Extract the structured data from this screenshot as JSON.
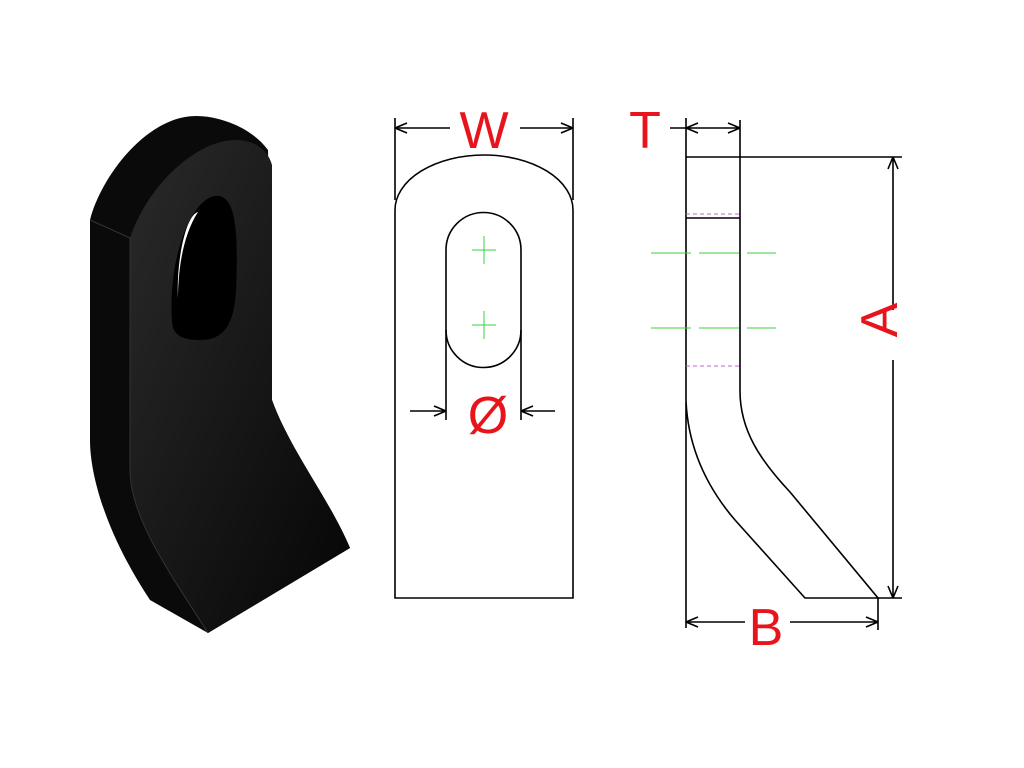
{
  "labels": {
    "width": "W",
    "thickness": "T",
    "diameter": "Ø",
    "length": "A",
    "offset": "B"
  },
  "colors": {
    "label": "#e8141c",
    "part": "#111111",
    "centerline": "#3ccf3c",
    "hidden": "#c060d0"
  }
}
